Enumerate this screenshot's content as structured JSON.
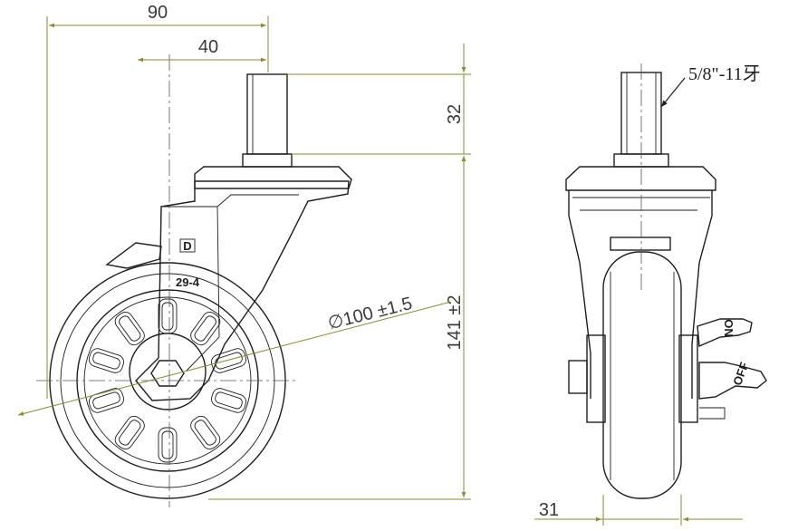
{
  "dimensions": {
    "overall_width": "90",
    "offset": "40",
    "stem_length": "32",
    "total_height": "141 ±2",
    "wheel_diameter": "∅100 ±1.5",
    "wheel_width": "31"
  },
  "labels": {
    "thread_spec": "5/8\"-11牙",
    "model_code": "29-4",
    "logo_letter": "D",
    "brake_on": "ON",
    "brake_off": "OFF"
  }
}
